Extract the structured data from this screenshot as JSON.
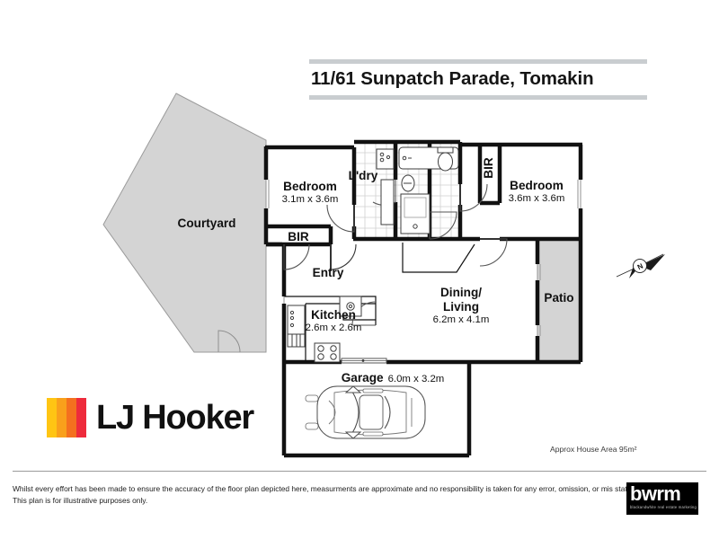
{
  "header": {
    "title": "11/61 Sunpatch Parade, Tomakin"
  },
  "plan": {
    "rooms": [
      {
        "key": "courtyard",
        "name": "Courtyard",
        "dim": ""
      },
      {
        "key": "bedroom1",
        "name": "Bedroom",
        "dim": "3.1m x 3.6m"
      },
      {
        "key": "bedroom2",
        "name": "Bedroom",
        "dim": "3.6m x 3.6m"
      },
      {
        "key": "laundry",
        "name": "L'dry",
        "dim": ""
      },
      {
        "key": "entry",
        "name": "Entry",
        "dim": ""
      },
      {
        "key": "kitchen",
        "name": "Kitchen",
        "dim": "2.6m x 2.6m"
      },
      {
        "key": "living",
        "name": "Dining/ Living",
        "dim": "6.2m x 4.1m"
      },
      {
        "key": "patio",
        "name": "Patio",
        "dim": ""
      },
      {
        "key": "garage",
        "name": "Garage",
        "dim": "6.0m x 3.2m"
      }
    ],
    "labels": {
      "courtyard": "Courtyard",
      "bedroom1_name": "Bedroom",
      "bedroom1_dim": "3.1m x 3.6m",
      "bedroom2_name": "Bedroom",
      "bedroom2_dim": "3.6m x 3.6m",
      "laundry": "L'dry",
      "entry": "Entry",
      "kitchen_name": "Kitchen",
      "kitchen_dim": "2.6m x 2.6m",
      "living_name1": "Dining/",
      "living_name2": "Living",
      "living_dim": "6.2m x 4.1m",
      "patio": "Patio",
      "garage_name": "Garage",
      "garage_dim": "6.0m x 3.2m",
      "bir_bedroom1": "BIR",
      "bir_bedroom2": "BIR",
      "compass_n": "N"
    },
    "area_note": "Approx House Area 95m²",
    "colors": {
      "wall": "#111111",
      "fill": "#ffffff",
      "outdoor_fill": "#d4d4d4",
      "tile_line": "#c8c8c8",
      "fixture_line": "#4a4a4a"
    }
  },
  "branding": {
    "agency_name": "LJ Hooker",
    "agency_bar_colors": [
      "#FFC513",
      "#F9A01B",
      "#F4701F",
      "#EE2B3C"
    ],
    "producer_mark": "bwrm",
    "producer_tagline": "blackandwhite real estate marketing"
  },
  "footer": {
    "disclaimer_line1": "Whilst every effort has been made to ensure the accuracy of the floor plan depicted here, measurments are approximate and no responsibility is taken for any error, omission, or mis statement.",
    "disclaimer_line2": "This plan is for illustrative purposes only."
  }
}
